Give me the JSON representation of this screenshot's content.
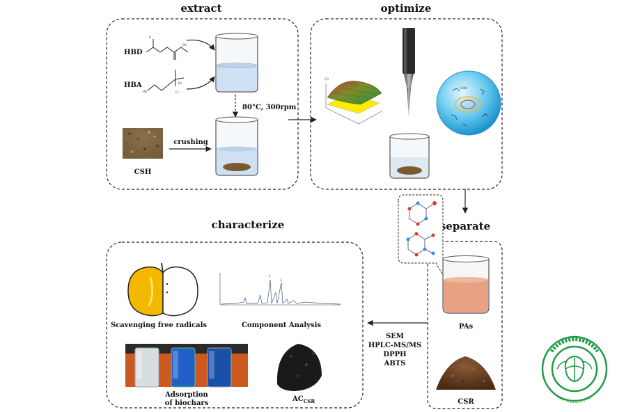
{
  "headings": {
    "extract": "extract",
    "optimize": "optimize",
    "separate": "separate",
    "characterize": "characterize"
  },
  "extract": {
    "hbd": "HBD",
    "hba": "HBA",
    "condition": "80°C, 300rpm",
    "crushing": "crushing",
    "csh": "CSH"
  },
  "separate": {
    "pas": "PAs",
    "csr": "CSR"
  },
  "characterize": {
    "scavenging": "Scavenging free radicals",
    "component": "Component Analysis",
    "adsorption_line1": "Adsorption",
    "adsorption_line2": "of biochars",
    "ac_main": "AC",
    "ac_sub": "CSR"
  },
  "methods": [
    "SEM",
    "HPLC-MS/MS",
    "DPPH",
    "ABTS"
  ],
  "colors": {
    "seal_green": "#1f9a45",
    "liquid_blue": "#cfe0f2",
    "pas_liquid": "#e8a183",
    "sphere": "#5cc5ee"
  }
}
